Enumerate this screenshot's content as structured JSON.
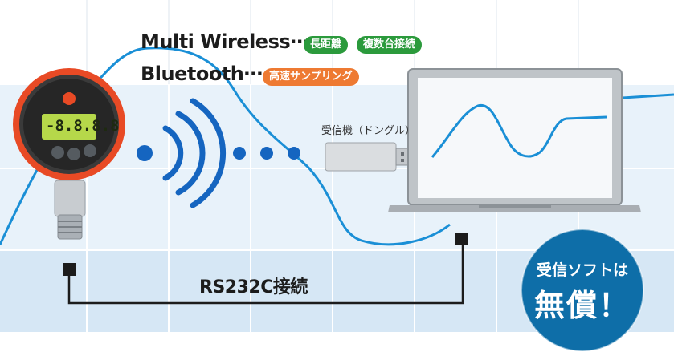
{
  "headings": {
    "multi_wireless": "Multi Wireless⋯",
    "bluetooth": "Bluetooth⋯"
  },
  "badges": {
    "long_range": "長距離",
    "multi_connect": "複数台接続",
    "high_speed_sampling": "高速サンプリング"
  },
  "receiver": {
    "label": "受信機（ドングル）"
  },
  "gauge": {
    "display": "-8.8.8.8"
  },
  "cable": {
    "label": "RS232C接続"
  },
  "free_badge": {
    "line1": "受信ソフトは",
    "line2": "無償！"
  },
  "colors": {
    "curve": "#1a8fd6",
    "grid_fill": "#dcebf7",
    "gauge_red": "#e84a25",
    "green_badge": "#2b9a3c",
    "orange_badge": "#ee7a32",
    "free_circle": "#0e6ea8",
    "wave_blue": "#1565c0"
  },
  "icons": [
    "pressure-gauge-icon",
    "wireless-wave-icon",
    "usb-dongle-icon",
    "laptop-icon",
    "cable-connector-icon"
  ]
}
